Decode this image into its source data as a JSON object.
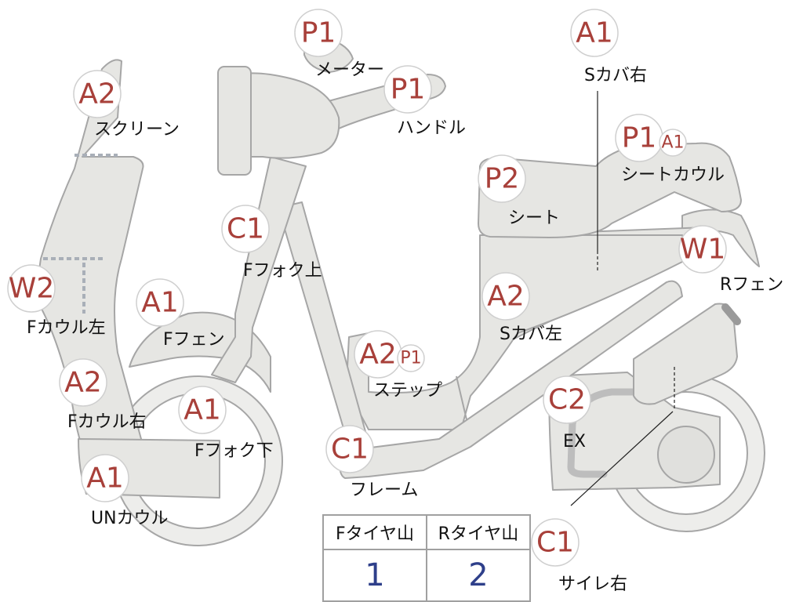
{
  "parts": [
    {
      "id": "a2-screen",
      "grade": "A2",
      "label": "スクリーン"
    },
    {
      "id": "p1-meter",
      "grade": "P1",
      "label": "メーター"
    },
    {
      "id": "p1-handle",
      "grade": "P1",
      "label": "ハンドル"
    },
    {
      "id": "a1-side-cover-right",
      "grade": "A1",
      "label": "Sカバ右"
    },
    {
      "id": "p1-seat-cowl",
      "grade": "P1",
      "label": "シートカウル"
    },
    {
      "id": "a1-seat-cowl",
      "grade": "A1",
      "label": ""
    },
    {
      "id": "p2-seat",
      "grade": "P2",
      "label": "シート"
    },
    {
      "id": "c1-front-fork-upper",
      "grade": "C1",
      "label": "Fフォク上"
    },
    {
      "id": "w1-rear-fender",
      "grade": "W1",
      "label": "Rフェン"
    },
    {
      "id": "w2-front-cowl-left",
      "grade": "W2",
      "label": "Fカウル左"
    },
    {
      "id": "a1-front-fender",
      "grade": "A1",
      "label": "Fフェン"
    },
    {
      "id": "a2-side-cover-left",
      "grade": "A2",
      "label": "Sカバ左"
    },
    {
      "id": "a2-step",
      "grade": "A2",
      "label": "ステップ"
    },
    {
      "id": "p1-step",
      "grade": "P1",
      "label": ""
    },
    {
      "id": "a2-front-cowl-right",
      "grade": "A2",
      "label": "Fカウル右"
    },
    {
      "id": "a1-front-fork-lower",
      "grade": "A1",
      "label": "Fフォク下"
    },
    {
      "id": "c2-exhaust",
      "grade": "C2",
      "label": "EX"
    },
    {
      "id": "c1-frame",
      "grade": "C1",
      "label": "フレーム"
    },
    {
      "id": "a1-under-cowl",
      "grade": "A1",
      "label": "UNカウル"
    },
    {
      "id": "c1-muffler-right",
      "grade": "C1",
      "label": "サイレ右"
    }
  ],
  "tires": {
    "front_header": "Fタイヤ山",
    "rear_header": "Rタイヤ山",
    "front_value": "1",
    "rear_value": "2"
  },
  "colors": {
    "grade_text": "#a8403a",
    "body_fill": "#e6e6e3",
    "outline": "#a6a6a6",
    "tire_value": "#2e3f8a"
  }
}
